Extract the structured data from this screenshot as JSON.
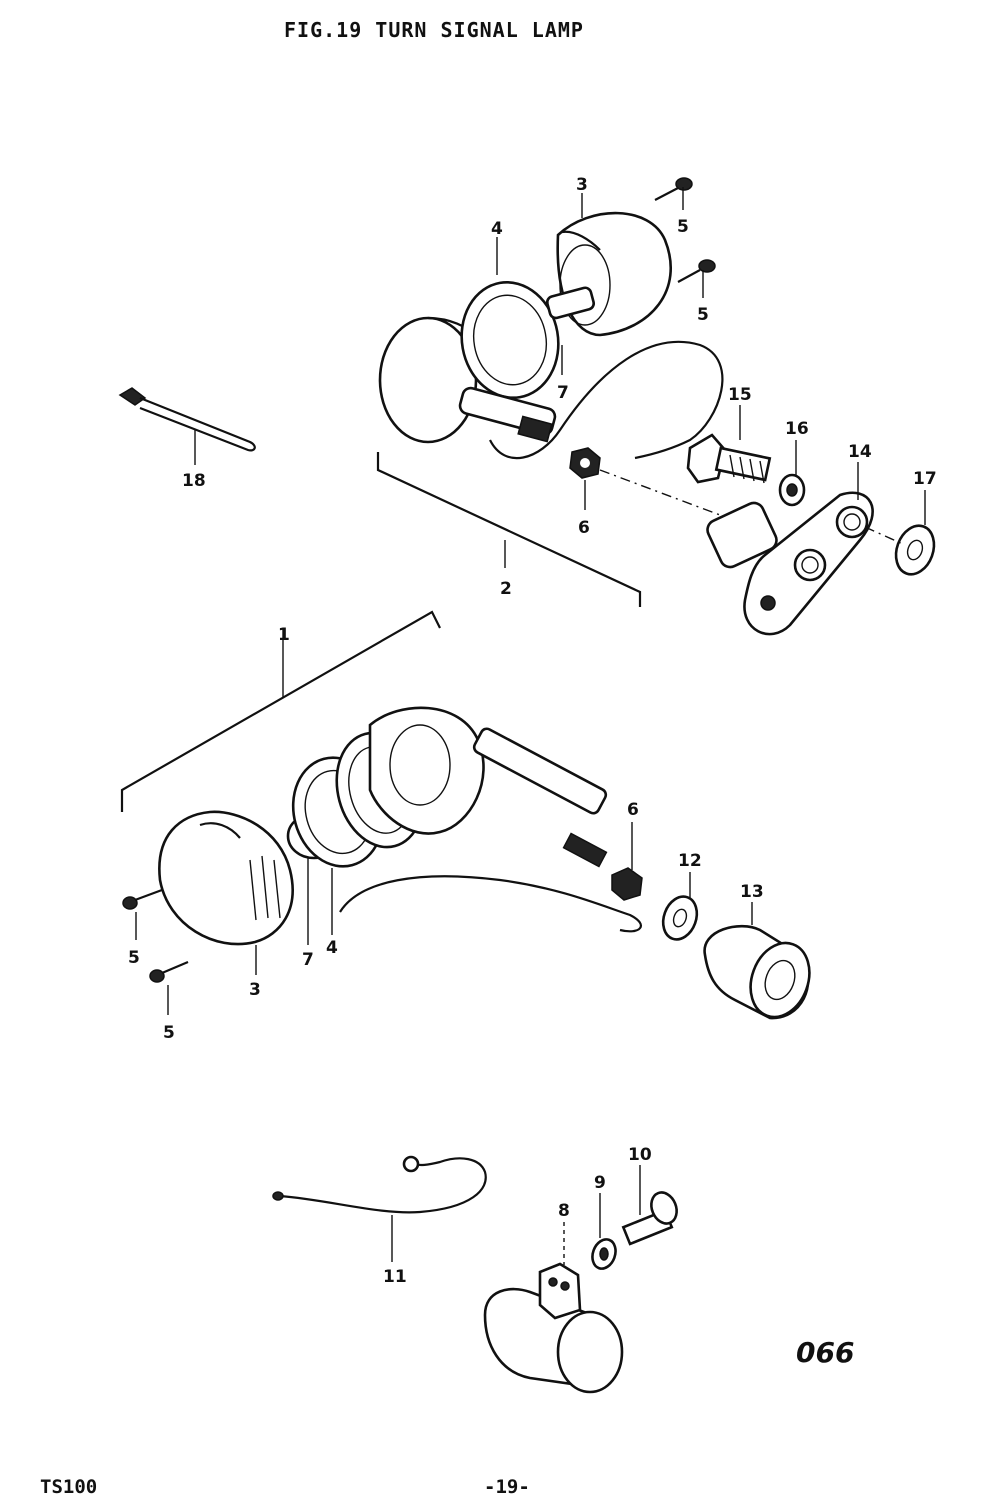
{
  "figure": {
    "title": "FIG.19  TURN SIGNAL LAMP",
    "model": "TS100",
    "page_number": "-19-",
    "diagram_code": "066"
  },
  "callouts": [
    {
      "id": "c-1",
      "label": "1"
    },
    {
      "id": "c-2",
      "label": "2"
    },
    {
      "id": "c-3a",
      "label": "3"
    },
    {
      "id": "c-3b",
      "label": "3"
    },
    {
      "id": "c-4a",
      "label": "4"
    },
    {
      "id": "c-4b",
      "label": "4"
    },
    {
      "id": "c-5a",
      "label": "5"
    },
    {
      "id": "c-5b",
      "label": "5"
    },
    {
      "id": "c-5c",
      "label": "5"
    },
    {
      "id": "c-5d",
      "label": "5"
    },
    {
      "id": "c-6a",
      "label": "6"
    },
    {
      "id": "c-6b",
      "label": "6"
    },
    {
      "id": "c-7a",
      "label": "7"
    },
    {
      "id": "c-7b",
      "label": "7"
    },
    {
      "id": "c-8",
      "label": "8"
    },
    {
      "id": "c-9",
      "label": "9"
    },
    {
      "id": "c-10",
      "label": "10"
    },
    {
      "id": "c-11",
      "label": "11"
    },
    {
      "id": "c-12",
      "label": "12"
    },
    {
      "id": "c-13",
      "label": "13"
    },
    {
      "id": "c-14",
      "label": "14"
    },
    {
      "id": "c-15",
      "label": "15"
    },
    {
      "id": "c-16",
      "label": "16"
    },
    {
      "id": "c-17",
      "label": "17"
    },
    {
      "id": "c-18",
      "label": "18"
    }
  ]
}
